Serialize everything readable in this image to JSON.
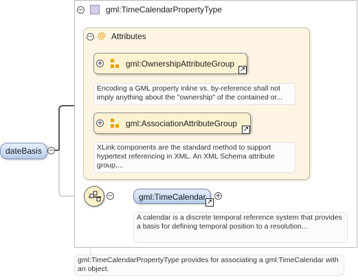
{
  "type": {
    "title": "gml:TimeCalendarPropertyType",
    "summary": "gml:TimeCalendarPropertyType provides for associating a gml:TimeCalendar with an object."
  },
  "attributes": {
    "title": "Attributes",
    "icon": "@",
    "groups": [
      {
        "name": "gml:OwnershipAttributeGroup",
        "doc": "Encoding a GML property inline vs. by-reference shall not imply anything about the \"ownership\" of the contained or..."
      },
      {
        "name": "gml:AssociationAttributeGroup",
        "doc": "XLink components are the standard method to support hypertext referencing in XML. An XML Schema attribute group,..."
      }
    ]
  },
  "root": {
    "name": "dateBasis"
  },
  "element": {
    "name": "gml:TimeCalendar",
    "doc": "A calendar is a discrete temporal reference system that provides a basis for defining temporal position to a resolution..."
  },
  "glyphs": {
    "collapse": "⊖",
    "expand": "+",
    "minus": "−",
    "link": "↗"
  },
  "colors": {
    "attribute_accent": "#e2a400",
    "element_fill": "#b8cdea",
    "group_fill": "#fdf3d3"
  }
}
